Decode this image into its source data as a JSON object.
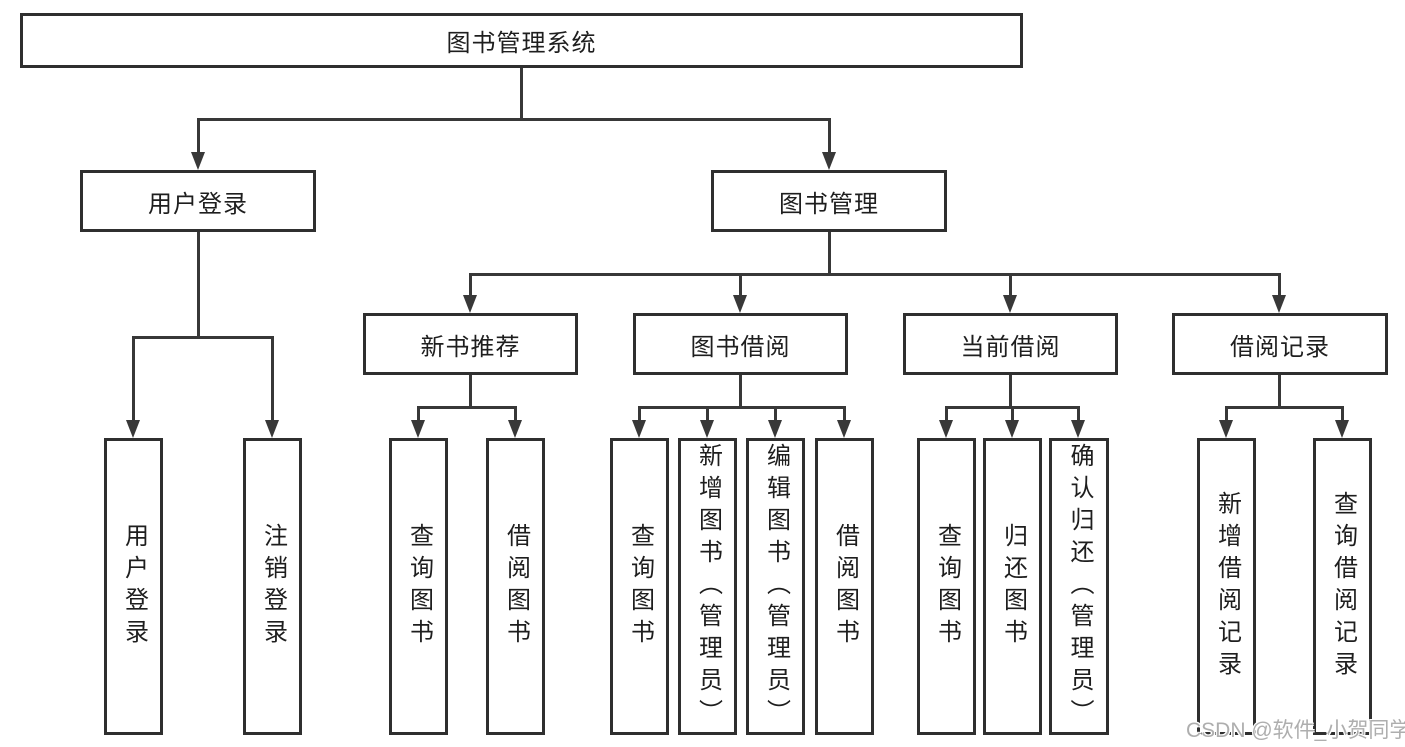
{
  "tree": {
    "root": "图书管理系统",
    "branches": [
      {
        "label": "用户登录",
        "children": [
          "用户登录",
          "注销登录"
        ]
      },
      {
        "label": "图书管理",
        "groups": [
          {
            "label": "新书推荐",
            "children": [
              "查询图书",
              "借阅图书"
            ]
          },
          {
            "label": "图书借阅",
            "children": [
              "查询图书",
              "新增图书（管理员）",
              "编辑图书（管理员）",
              "借阅图书"
            ]
          },
          {
            "label": "当前借阅",
            "children": [
              "查询图书",
              "归还图书",
              "确认归还（管理员）"
            ]
          },
          {
            "label": "借阅记录",
            "children": [
              "新增借阅记录",
              "查询借阅记录"
            ]
          }
        ]
      }
    ]
  },
  "watermark": {
    "text": "CSDN @软件_小贺同学"
  },
  "colors": {
    "line": "#383838",
    "box_border": "#2f2f2f",
    "text": "#1e1e1e",
    "watermark": "#aeaeae",
    "background": "#ffffff"
  }
}
